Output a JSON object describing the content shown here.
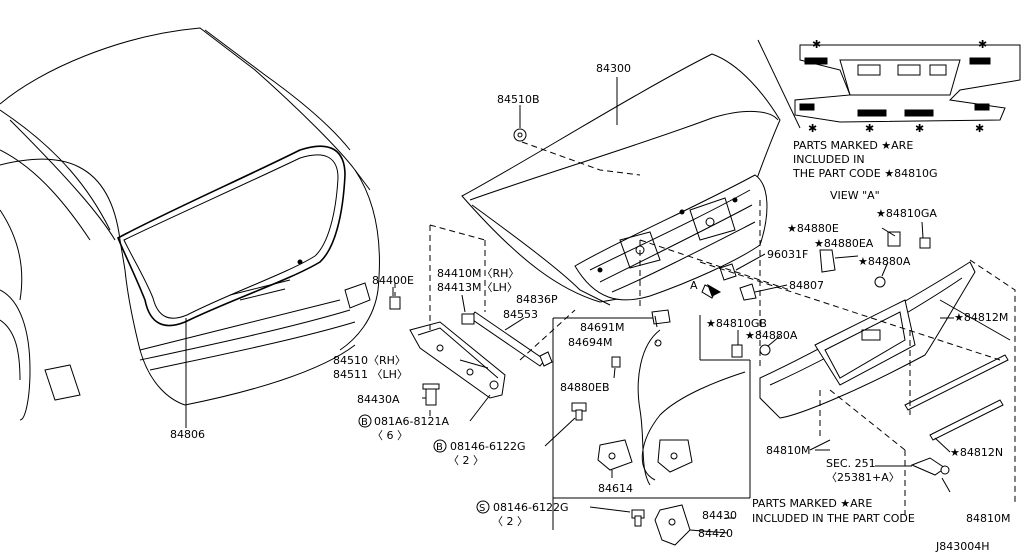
{
  "diagram_id": "J843004H",
  "view_label": "VIEW \"A\"",
  "view_a_note": [
    "PARTS MARKED ★ARE",
    "INCLUDED IN",
    "THE PART CODE ★84810G"
  ],
  "bottom_note": [
    "PARTS MARKED ★ARE",
    "INCLUDED IN THE PART CODE"
  ],
  "labels": {
    "l84300": "84300",
    "l84510b": "84510B",
    "l84806": "84806",
    "l84400e": "84400E",
    "l84410m": "84410M〈RH〉",
    "l84413m": "84413M〈LH〉",
    "l84836p": "84836P",
    "l84553": "84553",
    "l84510rh": "84510〈RH〉",
    "l84511lh": "84511 〈LH〉",
    "l84430a": "84430A",
    "l081a6": "081A6-8121A",
    "l081a6q": "〈 6 〉",
    "l08146a": "08146-6122G",
    "l08146aq": "〈 2 〉",
    "l08146s": "08146-6122G",
    "l08146sq": "〈 2 〉",
    "l84691m": "84691M",
    "l84694m": "84694M",
    "l84880eb": "84880EB",
    "l84614": "84614",
    "l84430": "84430",
    "l84420": "84420",
    "l96031f": "96031F",
    "l84807": "84807",
    "l84810gb": "★84810GB",
    "l84880a1": "★84880A",
    "l84880e": "★84880E",
    "l84880ea": "★84880EA",
    "l84810ga": "★84810GA",
    "l84880a2": "★84880A",
    "l84812m": "★84812M",
    "l84812n": "★84812N",
    "l84810m1": "84810M",
    "l84810m2": "84810M",
    "lsec": "SEC. 251",
    "lsecq": "〈25381+A〉",
    "la": "A",
    "circ_b1": "B",
    "circ_b2": "B",
    "circ_s": "S"
  }
}
